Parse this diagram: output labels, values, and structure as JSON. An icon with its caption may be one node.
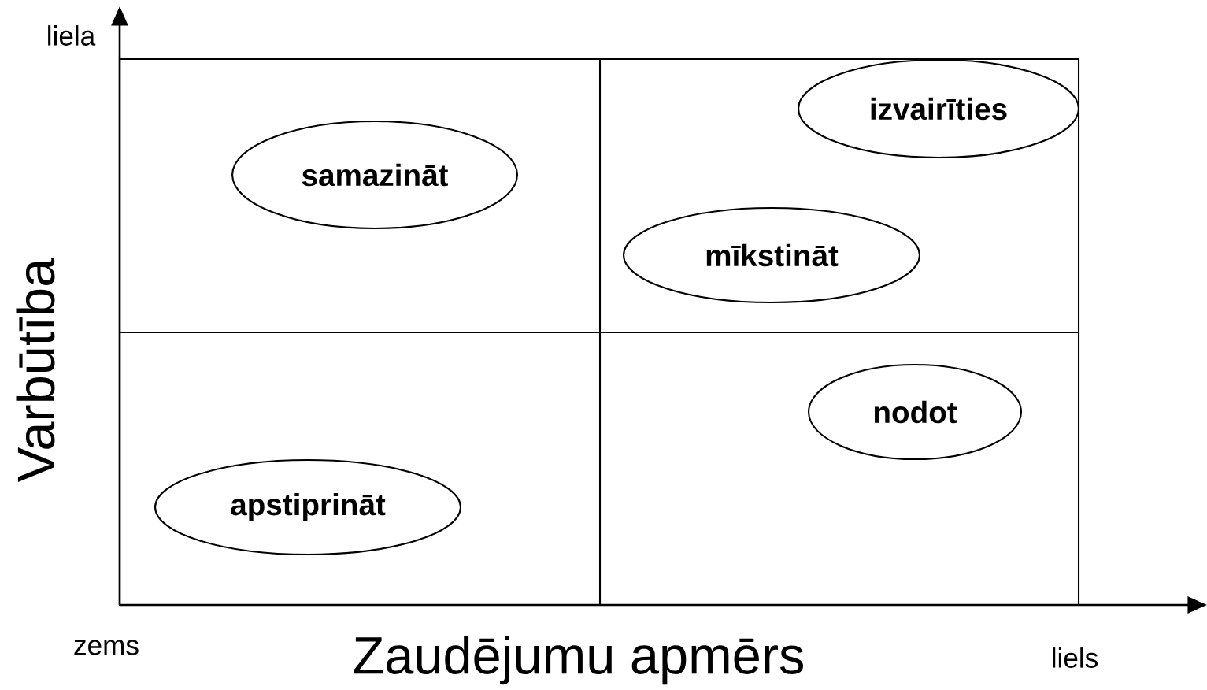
{
  "diagram": {
    "nodes": [
      {
        "text": [
          "samazināt"
        ]
      },
      {
        "text": [
          "izvairīties"
        ]
      },
      {
        "text": [
          "mīkstināt"
        ]
      },
      {
        "text": [
          "nodot"
        ]
      },
      {
        "text": [
          "apstiprināt"
        ]
      }
    ],
    "labels": [
      "liela",
      "Varbūtība",
      "zems",
      "Zaudējumu apmērs",
      "liels"
    ]
  }
}
